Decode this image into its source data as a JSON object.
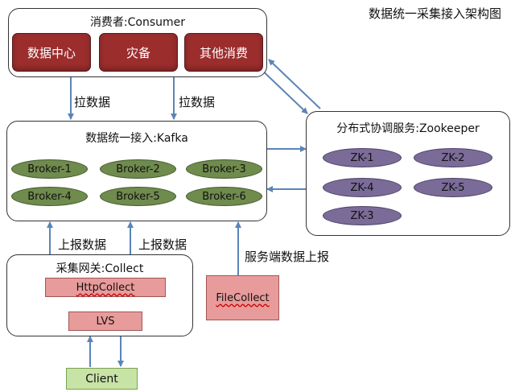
{
  "title": "数据统一采集接入架构图",
  "consumer": {
    "title": "消费者:Consumer",
    "items": [
      "数据中心",
      "灾备",
      "其他消费"
    ]
  },
  "kafka": {
    "title": "数据统一接入:Kafka",
    "brokers": [
      "Broker-1",
      "Broker-2",
      "Broker-3",
      "Broker-4",
      "Broker-5",
      "Broker-6"
    ]
  },
  "zookeeper": {
    "title": "分布式协调服务:Zookeeper",
    "nodes": [
      "ZK-1",
      "ZK-2",
      "ZK-4",
      "ZK-5",
      "ZK-3"
    ]
  },
  "collect": {
    "title": "采集网关:Collect",
    "http": "HttpCollect",
    "lvs": "LVS"
  },
  "file_collect": "FileCollect",
  "client": "Client",
  "labels": {
    "pull_1": "拉数据",
    "pull_2": "拉数据",
    "report_1": "上报数据",
    "report_2": "上报数据",
    "server_report": "服务端数据上报"
  },
  "colors": {
    "arrow": "#5b84b8",
    "consumer_item": "#9b2d2d",
    "broker": "#6f8b4d",
    "zk": "#7a6b98",
    "collect_rect": "#e89b9b",
    "client": "#c7e3a6"
  }
}
